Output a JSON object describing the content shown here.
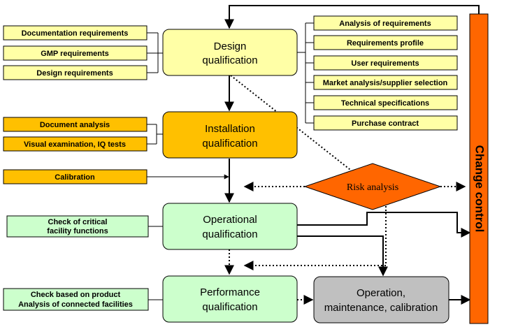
{
  "colors": {
    "light_yellow": "#FFFFA6",
    "orange_yellow": "#FFC000",
    "light_green": "#CCFFCC",
    "gray": "#C0C0C0",
    "risk_orange": "#FF6600",
    "change_control_orange": "#FF6600"
  },
  "design_inputs": [
    "Documentation requirements",
    "GMP requirements",
    "Design requirements"
  ],
  "design_outputs": [
    "Analysis of requirements",
    "Requirements profile",
    "User requirements",
    "Market analysis/supplier selection",
    "Technical specifications",
    "Purchase contract"
  ],
  "installation_inputs": [
    "Document analysis",
    "Visual examination, IQ tests"
  ],
  "calibration": "Calibration",
  "operational_inputs": [
    "Check of critical",
    "facility functions"
  ],
  "performance_inputs": [
    "Check based on product",
    "Analysis of connected facilities"
  ],
  "stages": {
    "design": [
      "Design",
      "qualification"
    ],
    "installation": [
      "Installation",
      "qualification"
    ],
    "operational": [
      "Operational",
      "qualification"
    ],
    "performance": [
      "Performance",
      "qualification"
    ],
    "operation": [
      "Operation,",
      "maintenance, calibration"
    ]
  },
  "risk_analysis": "Risk analysis",
  "change_control": "Change control"
}
